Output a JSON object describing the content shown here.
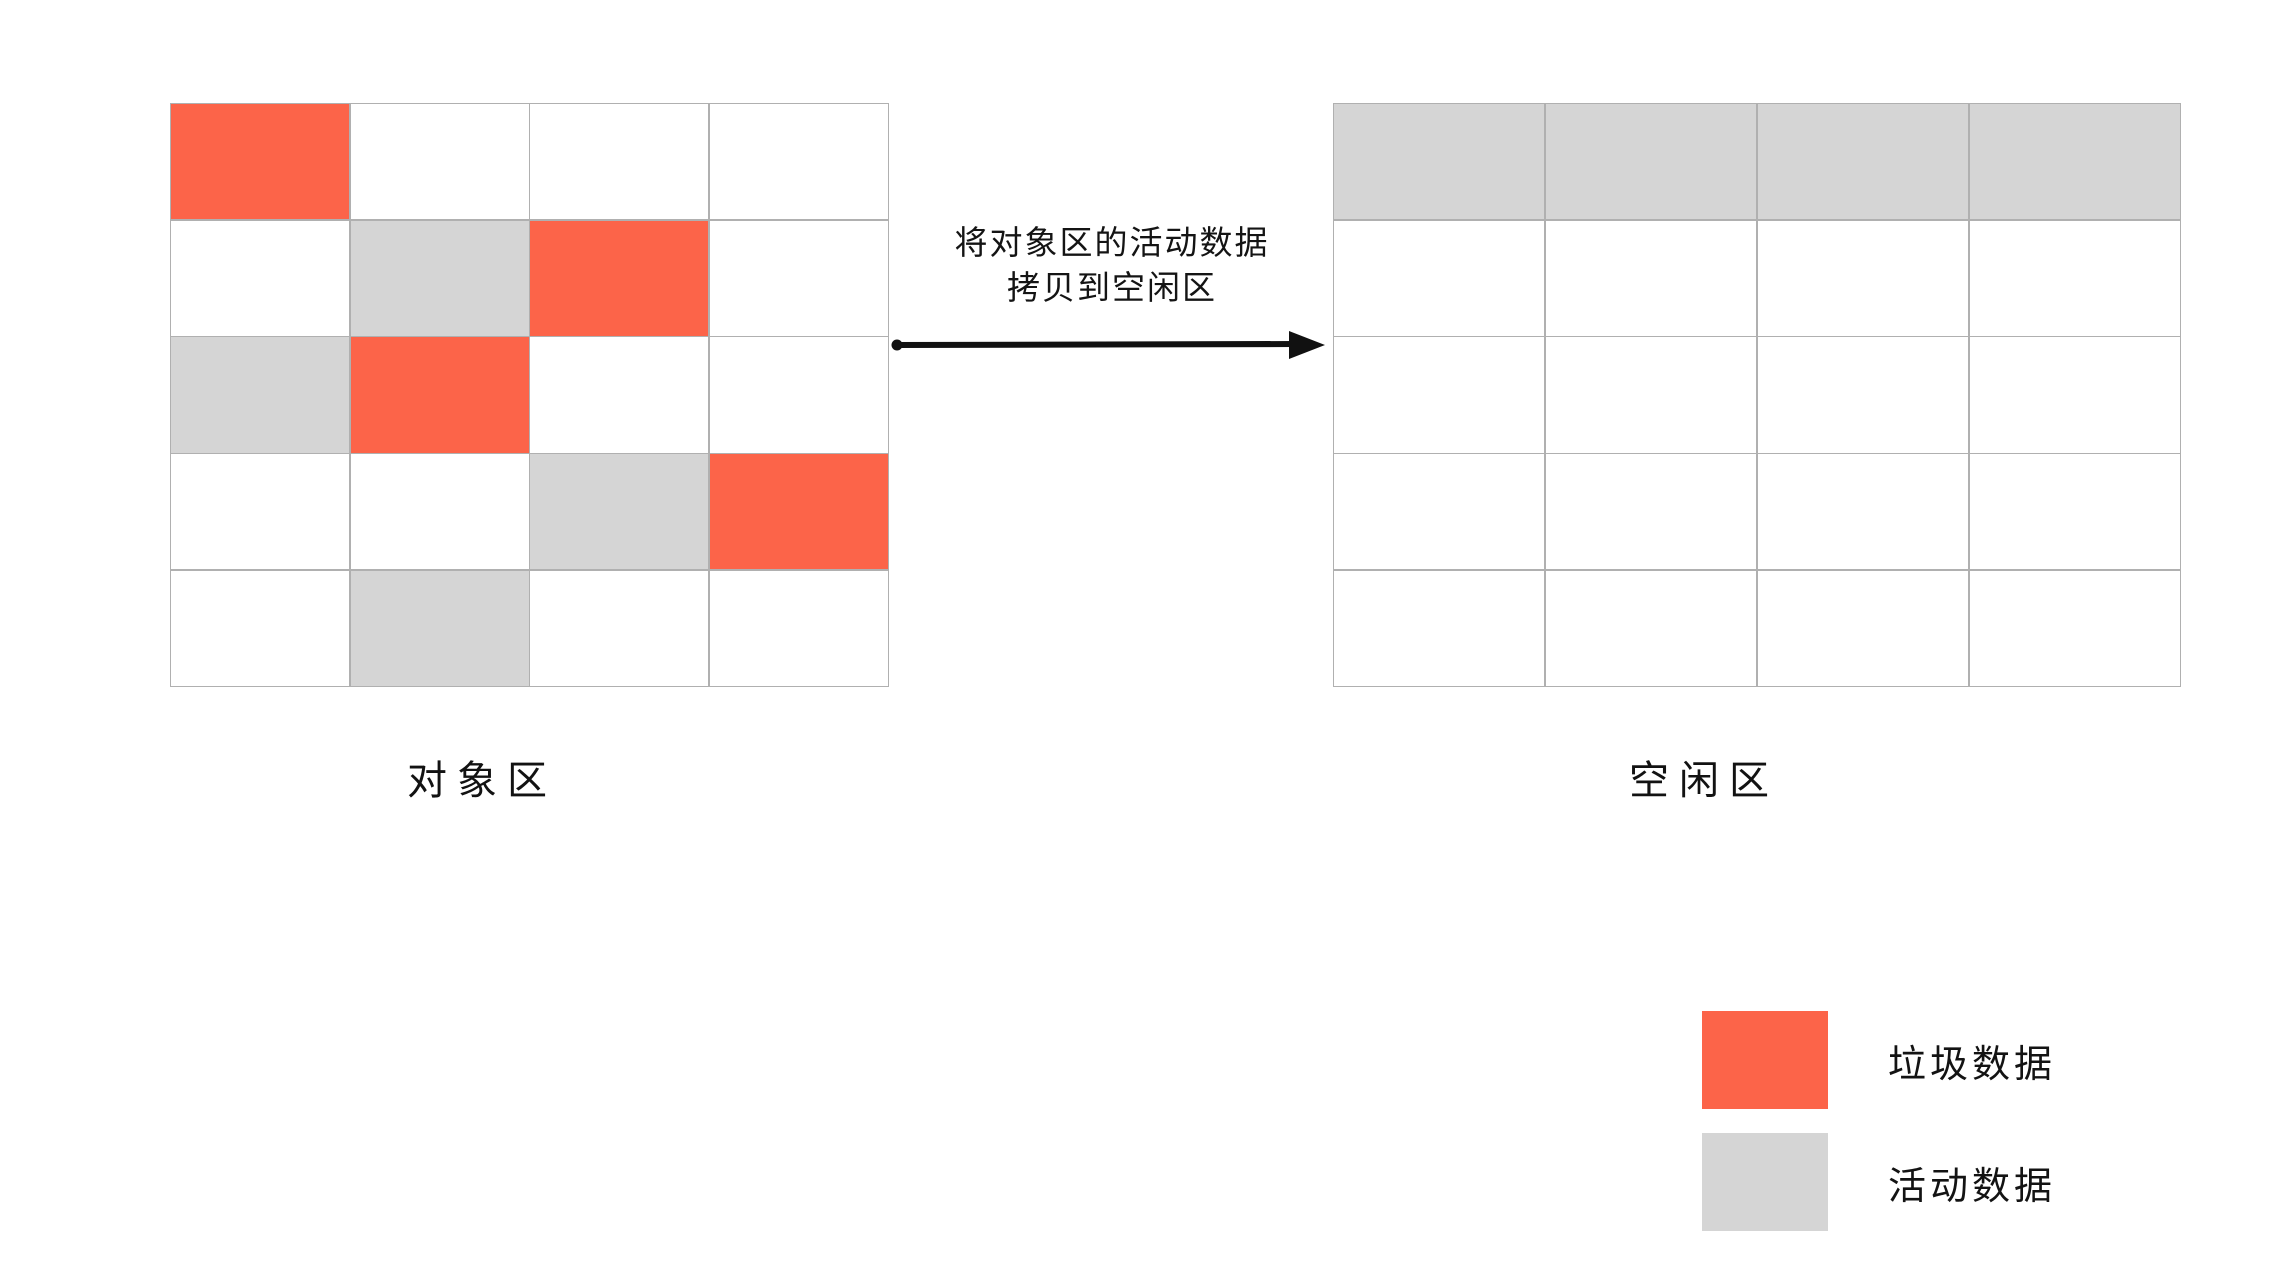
{
  "diagram": {
    "title_caption": {
      "line_1": "将对象区的活动数据",
      "line_2": "拷贝到空闲区"
    },
    "arrow": {
      "name": "copy-arrow",
      "direction": "left-to-right"
    },
    "regions": {
      "source": {
        "label": "对象区",
        "rows": 5,
        "cols": 4,
        "cells": [
          [
            "garbage",
            "empty",
            "empty",
            "empty"
          ],
          [
            "empty",
            "active",
            "garbage",
            "empty"
          ],
          [
            "active",
            "garbage",
            "empty",
            "empty"
          ],
          [
            "empty",
            "empty",
            "active",
            "garbage"
          ],
          [
            "empty",
            "active",
            "empty",
            "empty"
          ]
        ]
      },
      "target": {
        "label": "空闲区",
        "rows": 5,
        "cols": 4,
        "cells": [
          [
            "active",
            "active",
            "active",
            "active"
          ],
          [
            "empty",
            "empty",
            "empty",
            "empty"
          ],
          [
            "empty",
            "empty",
            "empty",
            "empty"
          ],
          [
            "empty",
            "empty",
            "empty",
            "empty"
          ],
          [
            "empty",
            "empty",
            "empty",
            "empty"
          ]
        ]
      }
    },
    "legend": {
      "items": [
        {
          "swatch": "garbage",
          "label": "垃圾数据",
          "color": "#fc6449"
        },
        {
          "swatch": "active",
          "label": "活动数据",
          "color": "#d5d5d5"
        }
      ]
    },
    "colors": {
      "garbage": "#fc6449",
      "active": "#d5d5d5",
      "empty": "#ffffff",
      "grid_line": "#b0b0b0",
      "text": "#131313",
      "background": "#ffffff"
    }
  }
}
